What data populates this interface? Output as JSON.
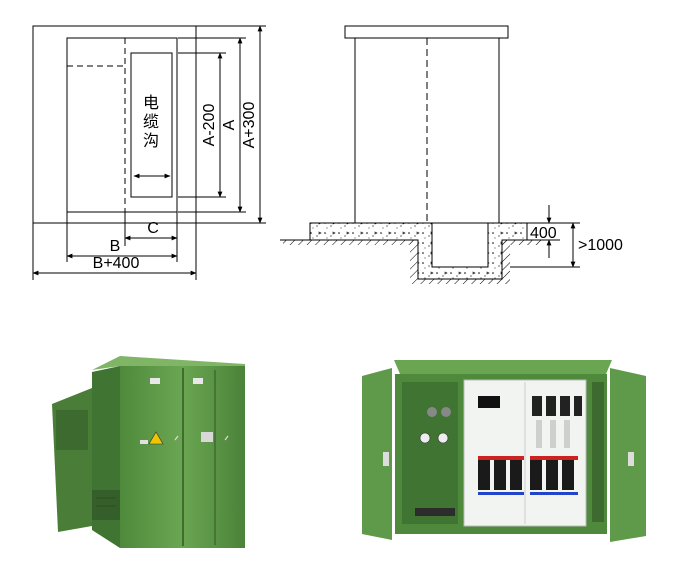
{
  "plan_view": {
    "cable_trench_label": [
      "电",
      "缆",
      "沟"
    ],
    "dim_a_minus_200": "A-200",
    "dim_a": "A",
    "dim_a_plus_300": "A+300",
    "dim_b": "B",
    "dim_c": "C",
    "dim_b_plus_400": "B+400"
  },
  "section_view": {
    "dim_400": "400",
    "dim_gt_1000": ">1000"
  },
  "colors": {
    "line": "#000000",
    "enclosure_green": "#5f9a4a",
    "enclosure_dark": "#3f7433",
    "enclosure_light": "#86b86c",
    "inner_panel": "#f2f4f2",
    "warning_yellow": "#f0c400"
  }
}
